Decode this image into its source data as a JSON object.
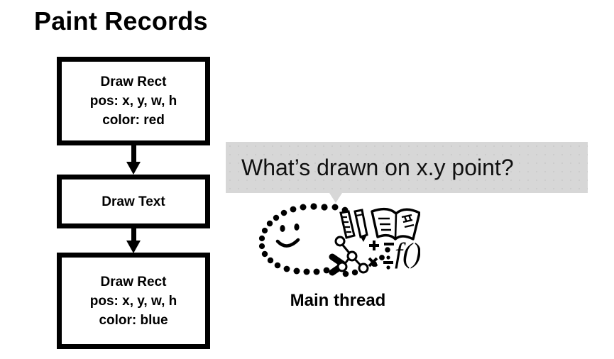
{
  "slide": {
    "title": "Paint Records",
    "background_color": "#ffffff",
    "text_color": "#000000"
  },
  "paint_records": {
    "boxes": [
      {
        "id": "record-1",
        "lines": [
          "Draw Rect",
          "pos: x, y, w, h",
          "color: red"
        ]
      },
      {
        "id": "record-2",
        "lines": [
          "Draw Text"
        ]
      },
      {
        "id": "record-3",
        "lines": [
          "Draw Rect",
          "pos: x, y, w, h",
          "color: blue"
        ]
      }
    ],
    "arrow_direction": "down"
  },
  "speech_bubble": {
    "text": "What’s drawn on x.y point?",
    "background_color": "#d7d7d7",
    "tail_direction": "down"
  },
  "thread": {
    "label": "Main thread",
    "icons": [
      "smiley-face-icon",
      "dotted-oval-icon",
      "chevron-right-icon",
      "ruler-icon",
      "pencil-icon",
      "open-book-icon",
      "tree-graph-icon",
      "math-operators-icon",
      "function-fx-icon"
    ]
  }
}
